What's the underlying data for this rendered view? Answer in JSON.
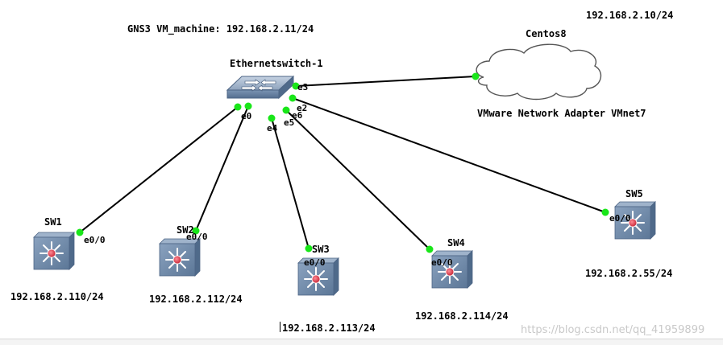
{
  "topology": {
    "gns3_vm_label": "GNS3 VM_machine: 192.168.2.11/24",
    "cloud": {
      "name": "Centos8",
      "ip": "192.168.2.10/24",
      "adapter": "VMware Network Adapter VMnet7"
    },
    "ethernet_switch": {
      "name": "Ethernetswitch-1",
      "ports": [
        "e0",
        "e2",
        "e3",
        "e4",
        "e5",
        "e6"
      ]
    },
    "switches": [
      {
        "name": "SW1",
        "port": "e0/0",
        "ip": "192.168.2.110/24"
      },
      {
        "name": "SW2",
        "port": "e0/0",
        "ip": "192.168.2.112/24"
      },
      {
        "name": "SW3",
        "port": "e0/0",
        "ip": "192.168.2.113/24"
      },
      {
        "name": "SW4",
        "port": "e0/0",
        "ip": "192.168.2.114/24"
      },
      {
        "name": "SW5",
        "port": "e0/0",
        "ip": "192.168.2.55/24"
      }
    ],
    "link_color": "#000000",
    "link_status_color": "#19e619",
    "icon_colors": {
      "switch_body": "#6f88a6",
      "switch_center": "#e04050"
    }
  },
  "watermark": "https://blog.csdn.net/qq_41959899"
}
